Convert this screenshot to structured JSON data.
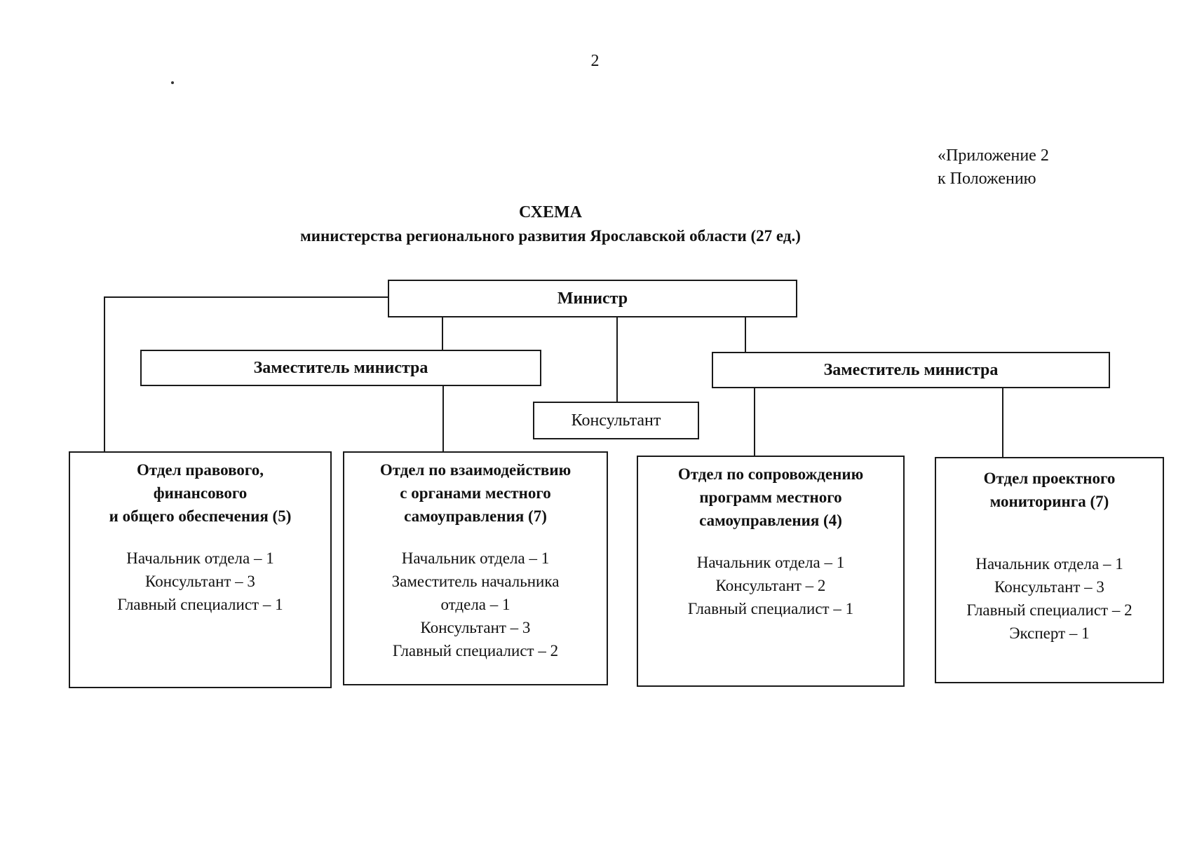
{
  "page": {
    "number": "2",
    "annotation": [
      "«Приложение 2",
      "к Положению"
    ]
  },
  "title": {
    "line1": "СХЕМА",
    "line2": "министерства регионального развития Ярославской области (27 ед.)"
  },
  "org_chart": {
    "minister": {
      "label": "Министр"
    },
    "deputy_left": {
      "label": "Заместитель министра"
    },
    "deputy_right": {
      "label": "Заместитель министра"
    },
    "consultant": {
      "label": "Консультант"
    },
    "departments": [
      {
        "title": [
          "Отдел правового,",
          "финансового",
          "и общего обеспечения (5)"
        ],
        "staff": [
          "Начальник отдела – 1",
          "Консультант – 3",
          "Главный специалист – 1"
        ]
      },
      {
        "title": [
          "Отдел по взаимодействию",
          "с органами местного",
          "самоуправления (7)"
        ],
        "staff": [
          "Начальник отдела – 1",
          "Заместитель начальника",
          "отдела – 1",
          "Консультант – 3",
          "Главный специалист – 2"
        ]
      },
      {
        "title": [
          "Отдел по сопровождению",
          "программ местного",
          "самоуправления (4)"
        ],
        "staff": [
          "Начальник отдела – 1",
          "Консультант – 2",
          "Главный специалист – 1"
        ]
      },
      {
        "title": [
          "Отдел проектного",
          "мониторинга (7)"
        ],
        "staff": [
          "Начальник отдела – 1",
          "Консультант – 3",
          "Главный специалист – 2",
          "Эксперт – 1"
        ]
      }
    ]
  },
  "colors": {
    "line": "#1a1a1a",
    "text": "#111111",
    "background": "#ffffff"
  }
}
